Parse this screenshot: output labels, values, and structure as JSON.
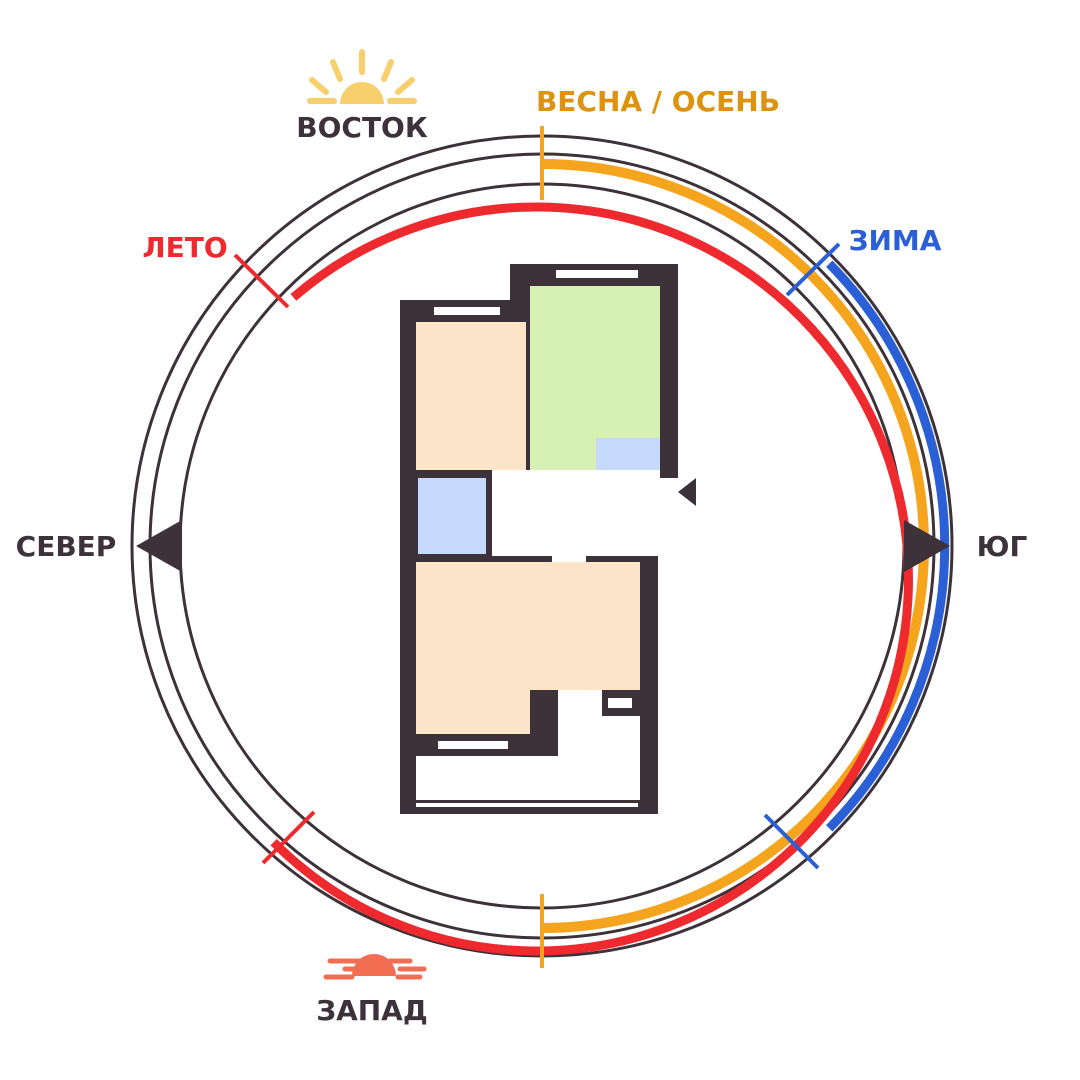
{
  "labels": {
    "east": "ВОСТОК",
    "west": "ЗАПАД",
    "north": "СЕВЕР",
    "south": "ЮГ",
    "summer": "ЛЕТО",
    "winter": "ЗИМА",
    "spring_autumn": "ВЕСНА / ОСЕНЬ"
  },
  "colors": {
    "outline": "#3d323a",
    "summer": "#ee2a2f",
    "spring_autumn": "#f5a41d",
    "winter": "#2b5fd6",
    "spring_autumn_text": "#dc9410",
    "sunrise": "#f7cf6c",
    "sunset": "#f26d52",
    "room_peach": "#fce4c9",
    "room_green": "#d7f0b3",
    "room_blue": "#c4d9fb"
  },
  "icons": {
    "sunrise": "sunrise-icon",
    "sunset": "sunset-icon",
    "north_arrow": "north-arrow-icon",
    "south_arrow": "south-arrow-icon",
    "entrance": "entrance-arrow-icon"
  }
}
